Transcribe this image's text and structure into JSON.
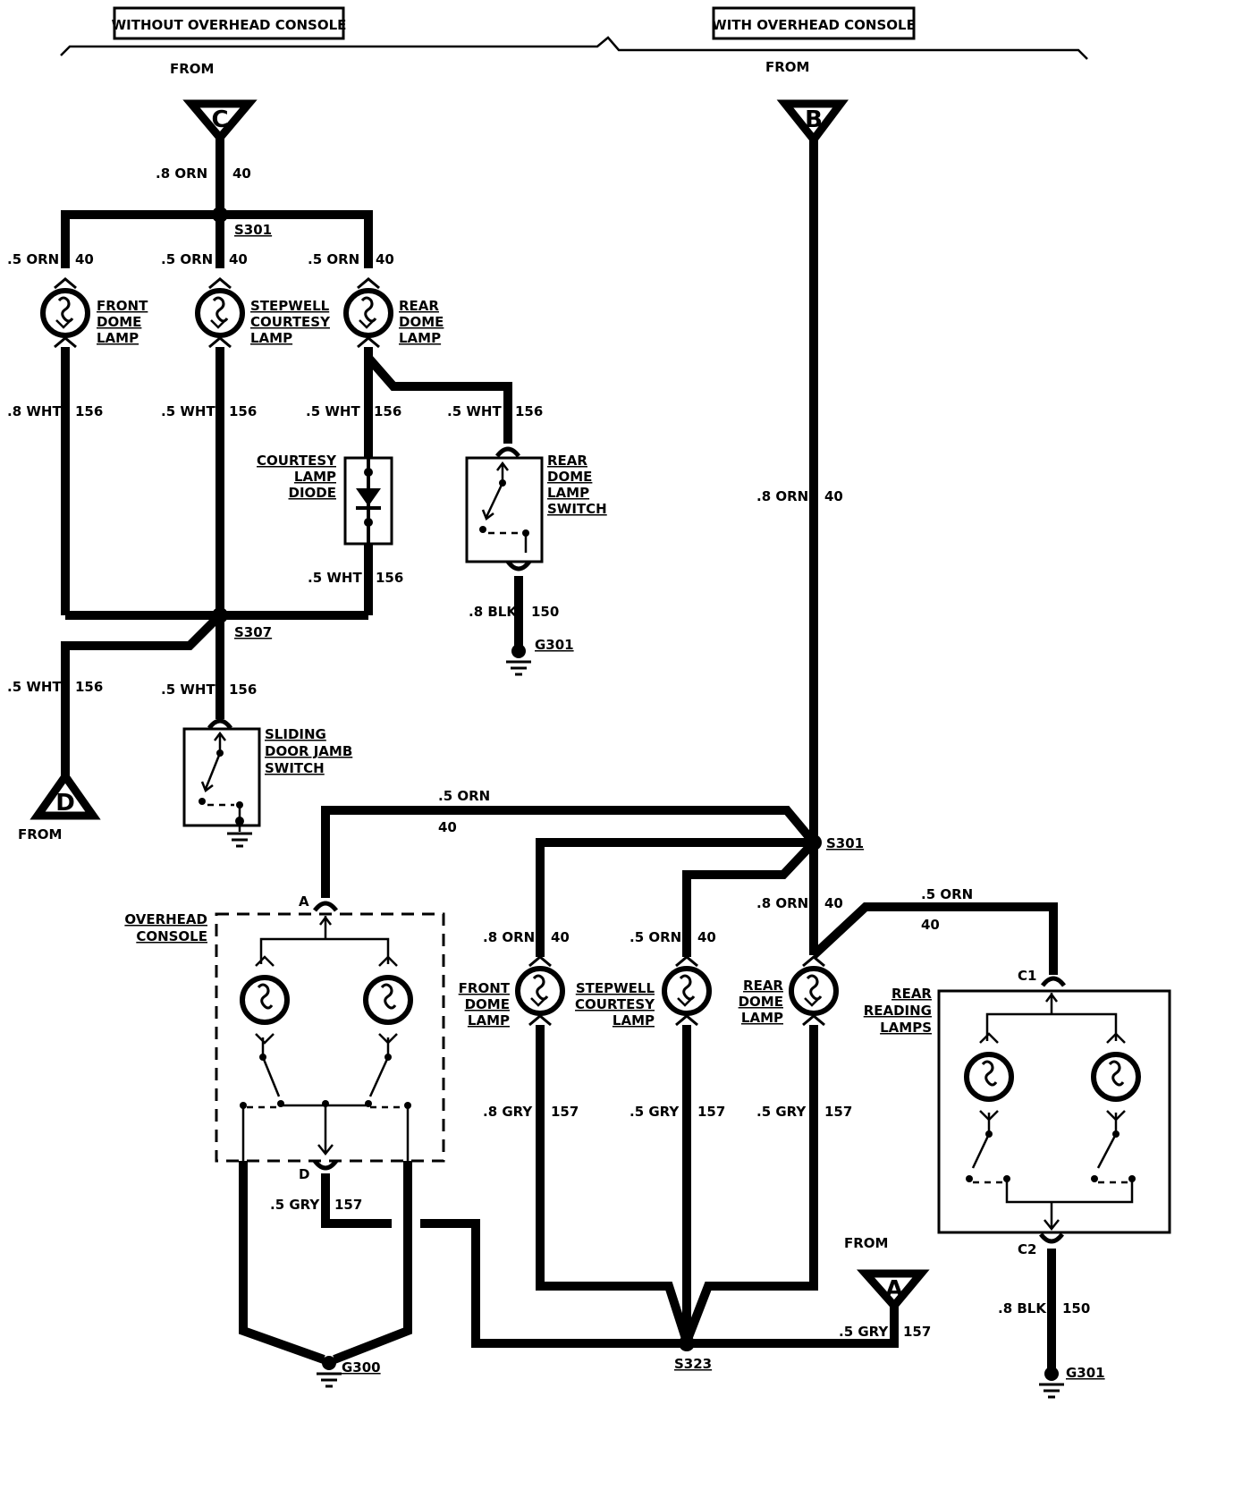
{
  "headers": {
    "left": "WITHOUT OVERHEAD CONSOLE",
    "right": "WITH OVERHEAD CONSOLE"
  },
  "from": "FROM",
  "connectors": {
    "c": "C",
    "b": "B",
    "d": "D",
    "a": "A"
  },
  "splices": {
    "s301": "S301",
    "s307": "S307",
    "s323": "S323"
  },
  "grounds": {
    "g301": "G301",
    "g300": "G300"
  },
  "wires": {
    "orn8": ".8 ORN",
    "orn5": ".5 ORN",
    "wht8": ".8 WHT",
    "wht5": ".5 WHT",
    "blk8": ".8 BLK",
    "gry8": ".8 GRY",
    "gry5": ".5 GRY",
    "c40": "40",
    "c156": "156",
    "c150": "150",
    "c157": "157"
  },
  "components": {
    "front": [
      "FRONT",
      "DOME",
      "LAMP"
    ],
    "stepwell": [
      "STEPWELL",
      "COURTESY",
      "LAMP"
    ],
    "rear": [
      "REAR",
      "DOME",
      "LAMP"
    ],
    "diode": [
      "COURTESY",
      "LAMP",
      "DIODE"
    ],
    "rear_switch": [
      "REAR",
      "DOME",
      "LAMP",
      "SWITCH"
    ],
    "sliding": [
      "SLIDING",
      "DOOR JAMB",
      "SWITCH"
    ],
    "overhead": [
      "OVERHEAD",
      "CONSOLE"
    ],
    "reading": [
      "REAR",
      "READING",
      "LAMPS"
    ]
  },
  "pins": {
    "a": "A",
    "d": "D",
    "c1": "C1",
    "c2": "C2"
  }
}
